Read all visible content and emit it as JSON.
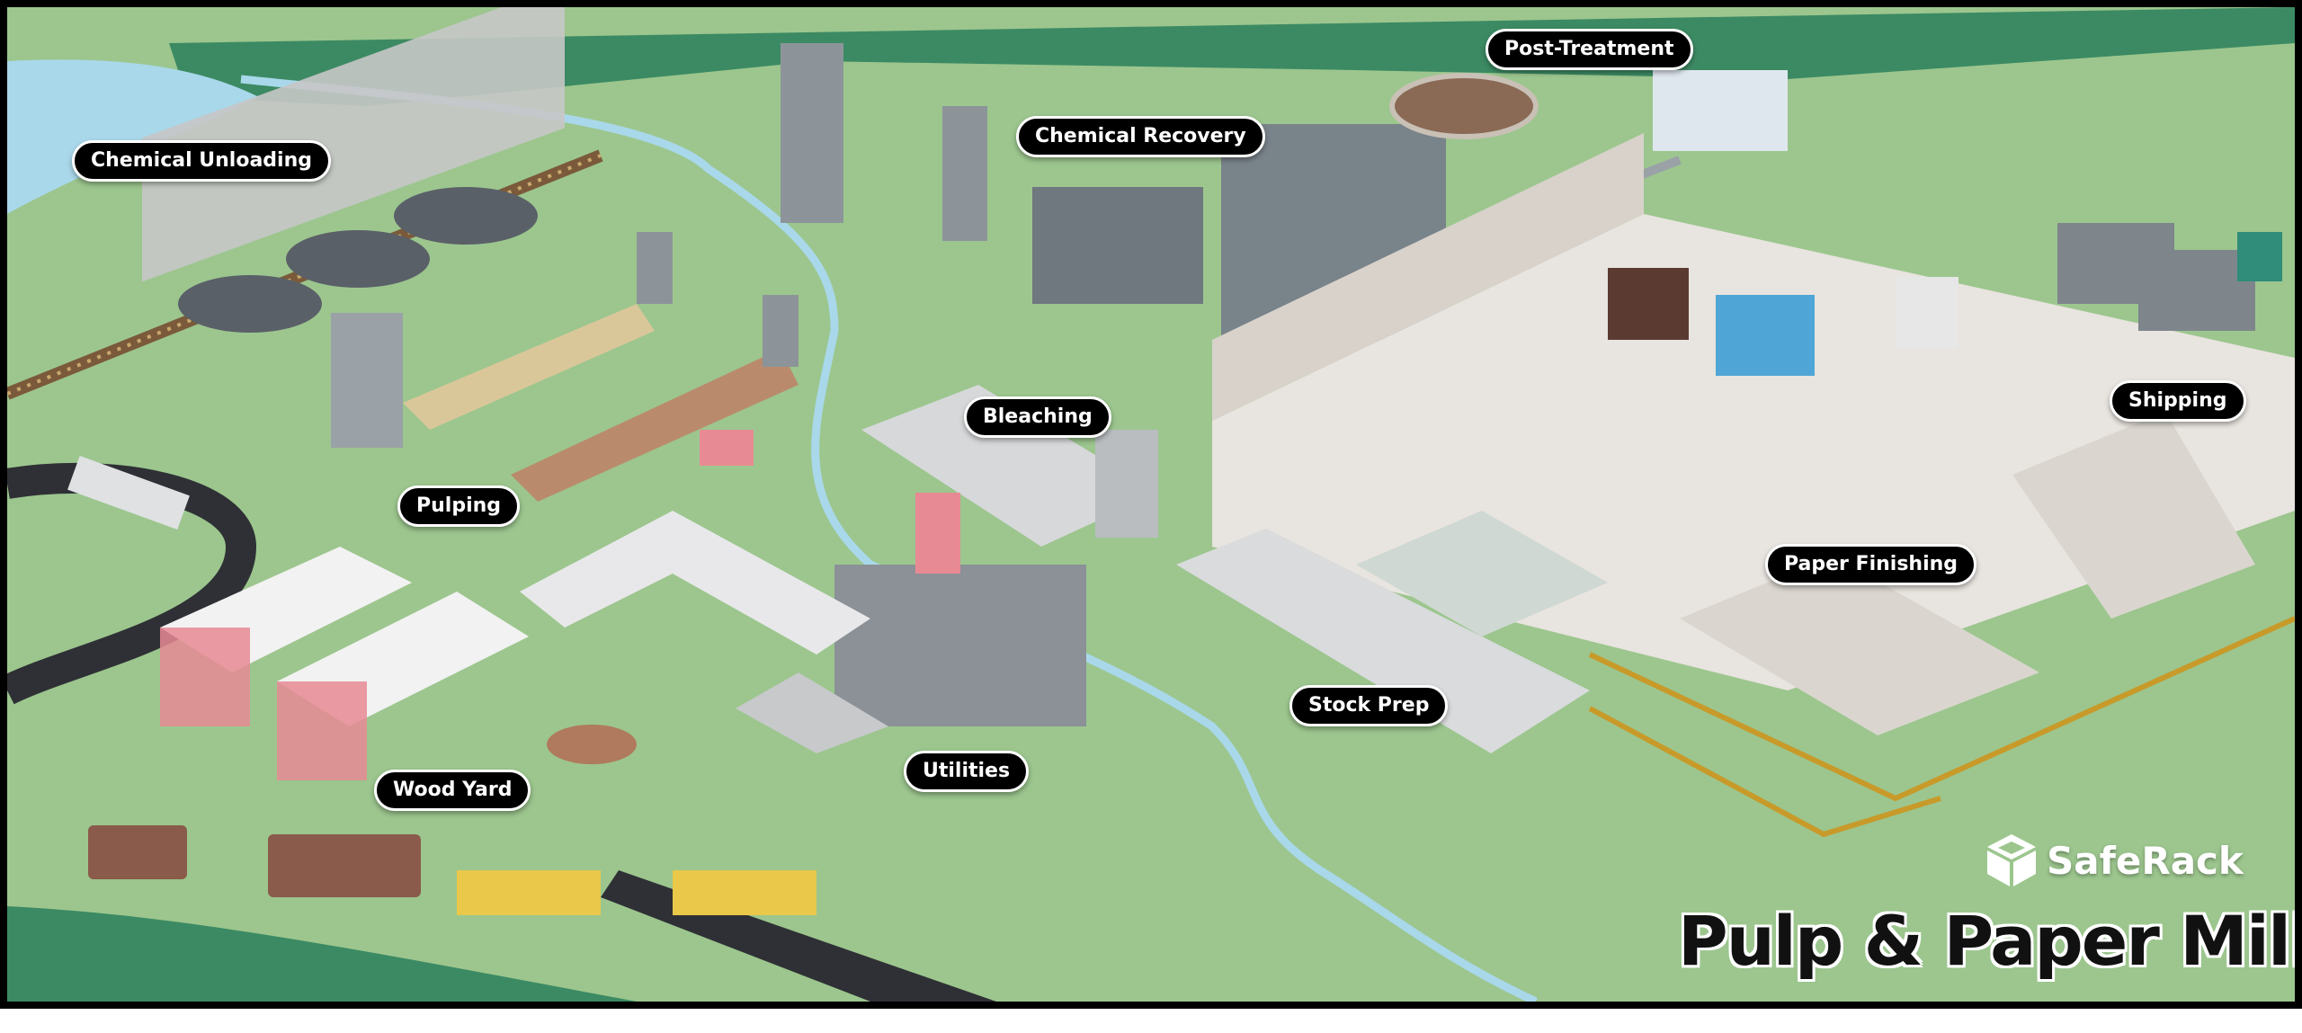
{
  "title": "Pulp & Paper Mill",
  "brand": {
    "name": "SafeRack",
    "logo_icon": "cube-icon"
  },
  "labels": {
    "chemical_unloading": "Chemical Unloading",
    "post_treatment": "Post-Treatment",
    "chemical_recovery": "Chemical Recovery",
    "pulping": "Pulping",
    "bleaching": "Bleaching",
    "shipping": "Shipping",
    "paper_finishing": "Paper Finishing",
    "stock_prep": "Stock Prep",
    "utilities": "Utilities",
    "wood_yard": "Wood Yard"
  },
  "colors": {
    "grass": "#9cc68e",
    "dark_grass": "#3c8a63",
    "water": "#a9d8ea",
    "road": "#2f3035",
    "pad": "#e8e4df",
    "pink_accent": "#e88a94",
    "conveyor_yellow": "#c89a2a",
    "label_bg": "#000000",
    "label_text": "#ffffff"
  }
}
